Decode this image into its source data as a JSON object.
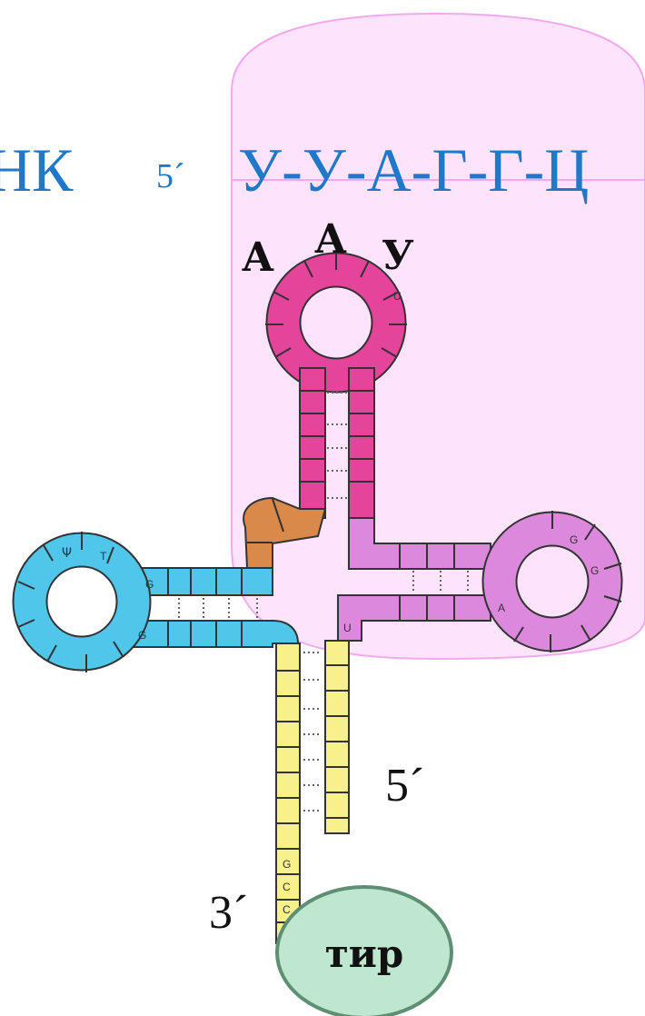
{
  "labels": {
    "mrna_label": "НК",
    "mrna_five_prime": "5´",
    "mrna_sequence": "У-У-А-Г-Г-Ц",
    "anticodon": [
      "А",
      "А",
      "У"
    ],
    "acceptor_five_prime": "5´",
    "acceptor_three_prime": "3´",
    "amino_acid": "тир"
  },
  "colors": {
    "text_blue": "#1f78c8",
    "ribosome": "#fde3fb",
    "anticodon_arm": "#e4449a",
    "variable_loop": "#d98a4a",
    "tpsi_arm": "#dc88dc",
    "d_arm": "#4fc6ea",
    "acceptor_stem": "#f8f08a",
    "amino_acid_oval": "#bfe6cf"
  },
  "icons": {
    "ribosome": "ribosome-shape",
    "amino_acid": "amino-acid-oval"
  },
  "loop_letters": {
    "anticodon_loop": [
      "U"
    ],
    "d_loop": [
      "G",
      "Ψ",
      "T"
    ],
    "tpsi_loop": [
      "G",
      "G",
      "A"
    ],
    "stem_marks": [
      "U",
      "G",
      "G",
      "C",
      "C"
    ]
  }
}
